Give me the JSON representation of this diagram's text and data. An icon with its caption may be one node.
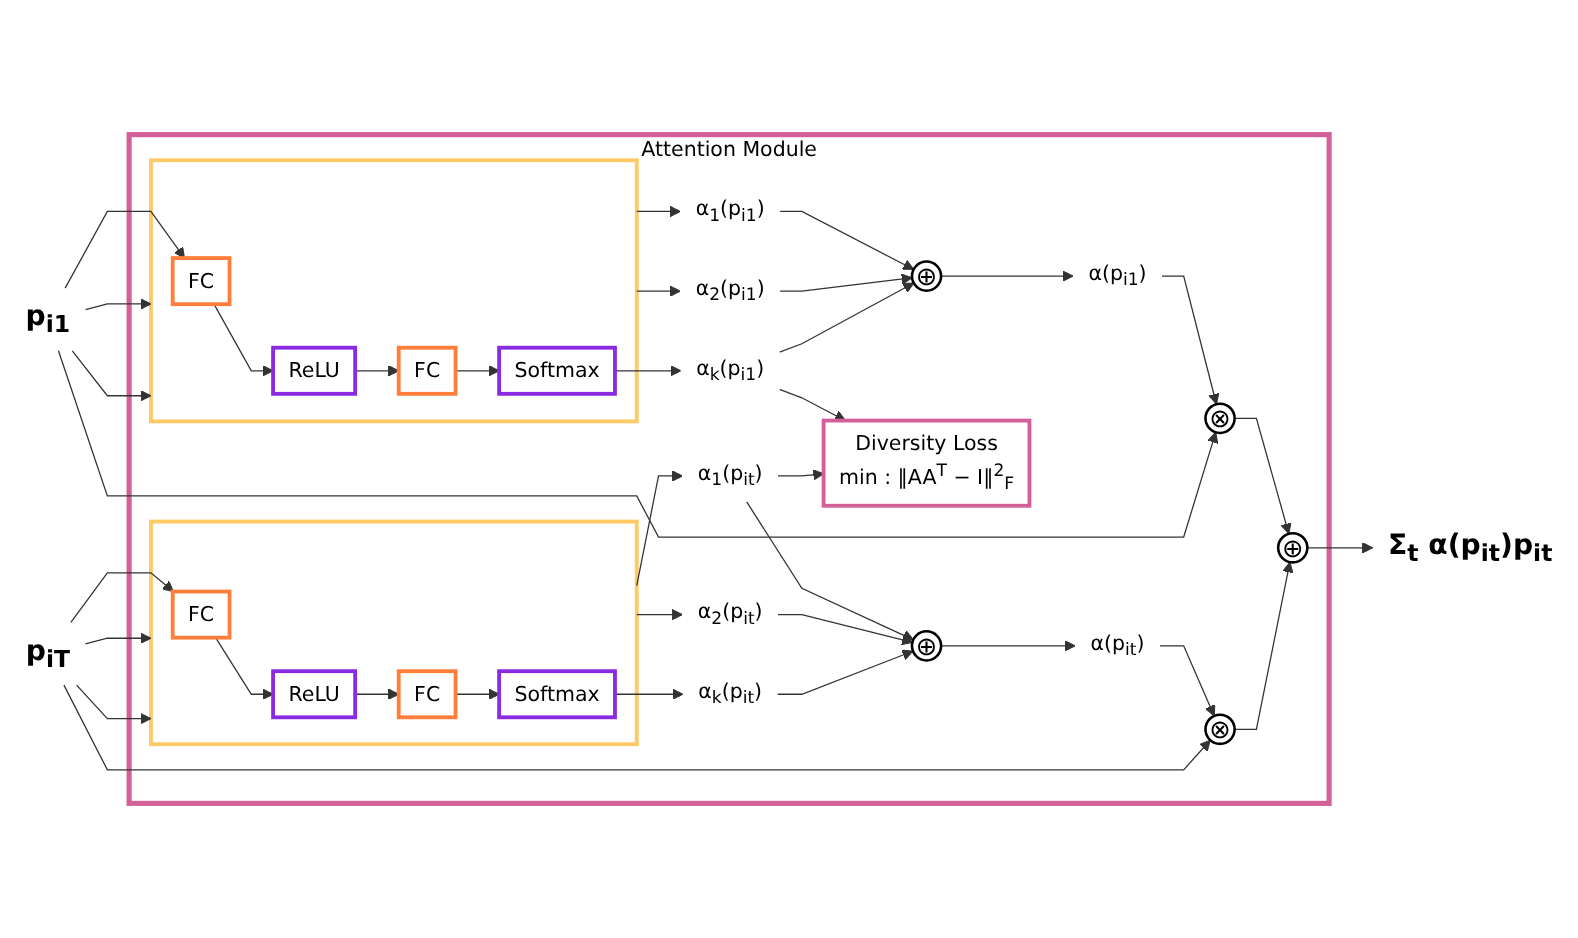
{
  "diagram": {
    "nodes": [
      {
        "text": [
          "Attention Module"
        ]
      },
      {
        "text": [
          "p$_{i1}$"
        ]
      },
      {
        "text": [],
        "shape": "box",
        "in": 0
      },
      {
        "text": [
          "FC"
        ],
        "in": 2
      },
      {
        "text": [
          "ReLU"
        ],
        "in": 2
      },
      {
        "text": [
          "FC"
        ],
        "in": 2
      },
      {
        "text": [
          "Softmax"
        ],
        "in": 2
      },
      {
        "text": [
          "α$_{1}$(p$_{i1}$)"
        ],
        "in": 0
      },
      {
        "text": [
          "α$_{2}$(p$_{i1}$)"
        ],
        "in": 0
      },
      {
        "text": [
          "α$_{k}$(p$_{i1}$)"
        ],
        "in": 0
      },
      {
        "text": [
          "⊕"
        ],
        "in": 0
      },
      {
        "text": [
          "α(p$_{i1}$)"
        ],
        "in": 0
      },
      {
        "text": [
          "⊗"
        ],
        "in": 0
      },
      {
        "text": [
          "Diversity Loss",
          "min : ‖AA$^{T}$ − I‖$^{2}$$_{F}$"
        ],
        "in": 0
      },
      {
        "text": [
          "p$_{iT}$"
        ]
      },
      {
        "text": [],
        "shape": "box",
        "in": 0
      },
      {
        "text": [
          "FC"
        ],
        "in": 15
      },
      {
        "text": [
          "ReLU"
        ],
        "in": 15
      },
      {
        "text": [
          "FC"
        ],
        "in": 15
      },
      {
        "text": [
          "Softmax"
        ],
        "in": 15
      },
      {
        "text": [
          "α$_{1}$(p$_{it}$)"
        ],
        "in": 0
      },
      {
        "text": [
          "α$_{2}$(p$_{it}$)"
        ],
        "in": 0
      },
      {
        "text": [
          "α$_{k}$(p$_{it}$)"
        ],
        "in": 0
      },
      {
        "text": [
          "⊕"
        ],
        "in": 0
      },
      {
        "text": [
          "α(p$_{it}$)"
        ],
        "in": 0
      },
      {
        "text": [
          "⊗"
        ],
        "in": 0
      },
      {
        "text": [
          "⊕"
        ],
        "in": 0
      },
      {
        "text": [
          "Σ$_{t}$ α(p$_{it}$)p$_{it}$"
        ]
      }
    ],
    "edges": [
      {
        "from": 1,
        "to": 2,
        "arrow": "to"
      },
      {
        "from": 1,
        "to": 2,
        "arrow": "to"
      },
      {
        "from": 1,
        "to": 3,
        "arrow": "to"
      },
      {
        "from": 3,
        "to": 4,
        "arrow": "to"
      },
      {
        "from": 4,
        "to": 5,
        "arrow": "to"
      },
      {
        "from": 5,
        "to": 6,
        "arrow": "to"
      },
      {
        "from": 2,
        "to": 7,
        "arrow": "to"
      },
      {
        "from": 2,
        "to": 8,
        "arrow": "to"
      },
      {
        "from": 6,
        "to": 9,
        "arrow": "to"
      },
      {
        "from": 7,
        "to": 10,
        "arrow": "to"
      },
      {
        "from": 8,
        "to": 10,
        "arrow": "to"
      },
      {
        "from": 9,
        "to": 10,
        "arrow": "to"
      },
      {
        "from": 10,
        "to": 11,
        "arrow": "to"
      },
      {
        "from": 11,
        "to": 12,
        "arrow": "to"
      },
      {
        "from": 9,
        "to": 13,
        "arrow": "to"
      },
      {
        "from": 1,
        "to": 12,
        "arrow": "to"
      },
      {
        "from": 12,
        "to": 26,
        "arrow": "to"
      },
      {
        "from": 14,
        "to": 15,
        "arrow": "to"
      },
      {
        "from": 14,
        "to": 15,
        "arrow": "to"
      },
      {
        "from": 14,
        "to": 16,
        "arrow": "to"
      },
      {
        "from": 16,
        "to": 17,
        "arrow": "to"
      },
      {
        "from": 17,
        "to": 18,
        "arrow": "to"
      },
      {
        "from": 18,
        "to": 19,
        "arrow": "to"
      },
      {
        "from": 15,
        "to": 20,
        "arrow": "to"
      },
      {
        "from": 15,
        "to": 21,
        "arrow": "to"
      },
      {
        "from": 19,
        "to": 22,
        "arrow": "to"
      },
      {
        "from": 20,
        "to": 23,
        "arrow": "to"
      },
      {
        "from": 21,
        "to": 23,
        "arrow": "to"
      },
      {
        "from": 22,
        "to": 23,
        "arrow": "to"
      },
      {
        "from": 23,
        "to": 24,
        "arrow": "to"
      },
      {
        "from": 24,
        "to": 25,
        "arrow": "to"
      },
      {
        "from": 20,
        "to": 13,
        "arrow": "to"
      },
      {
        "from": 14,
        "to": 25,
        "arrow": "to"
      },
      {
        "from": 25,
        "to": 26,
        "arrow": "to"
      },
      {
        "from": 26,
        "to": 27,
        "arrow": "to"
      }
    ]
  }
}
